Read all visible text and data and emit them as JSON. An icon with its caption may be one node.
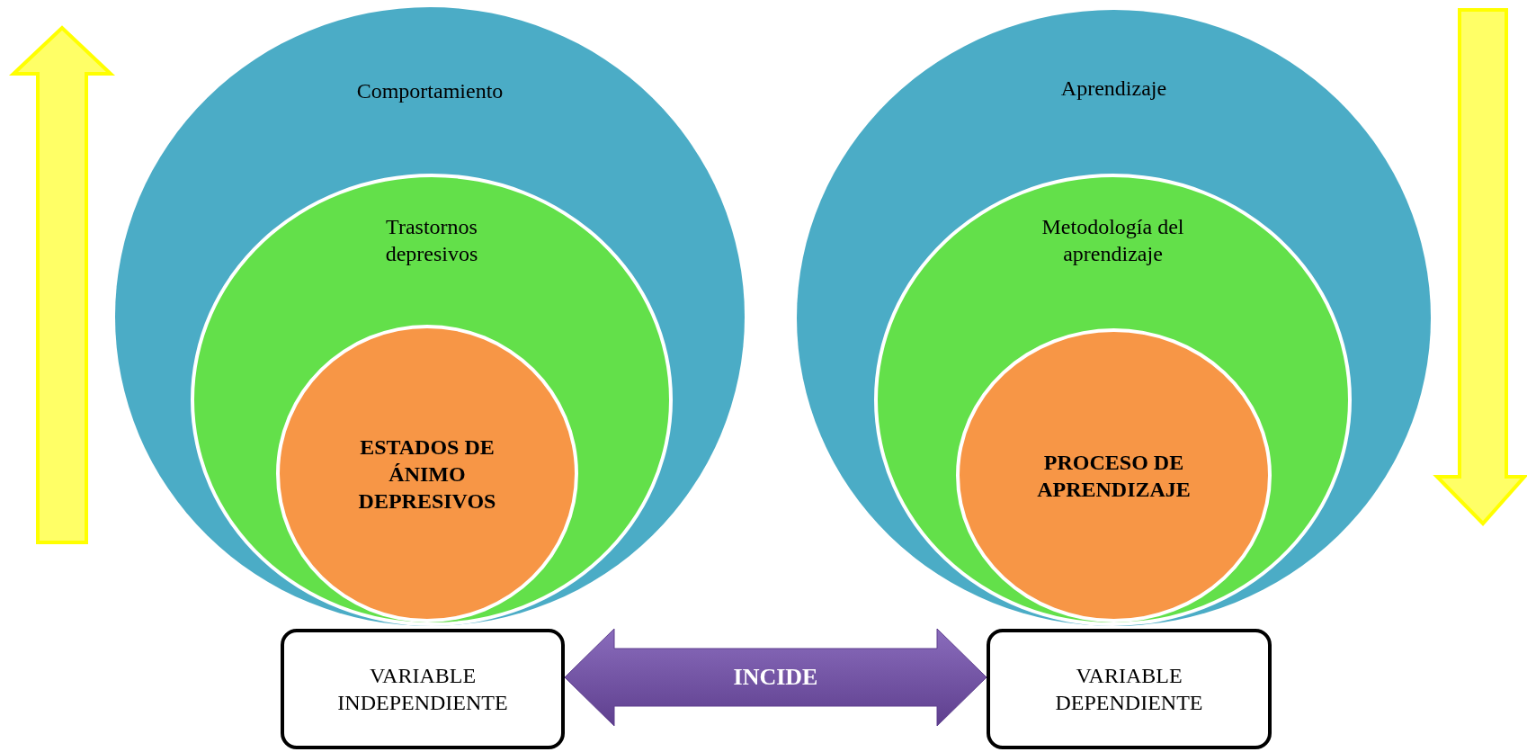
{
  "diagram": {
    "nodes": [
      {
        "text": [
          "Comportamiento"
        ]
      },
      {
        "text": [
          "Trastornos depresivos"
        ],
        "in": 0
      },
      {
        "text": [
          "ESTADOS DE ÁNIMO DEPRESIVOS"
        ],
        "in": 1
      },
      {
        "text": [
          "Aprendizaje"
        ]
      },
      {
        "text": [
          "Metodología del aprendizaje"
        ],
        "in": 3
      },
      {
        "text": [
          "PROCESO DE APRENDIZAJE"
        ],
        "in": 4
      },
      {
        "text": [
          "VARIABLE INDEPENDIENTE"
        ]
      },
      {
        "text": [
          "VARIABLE DEPENDIENTE"
        ]
      }
    ],
    "edges": [
      {
        "from": 6,
        "to": 7,
        "arrow": "both",
        "label": "INCIDE"
      }
    ]
  }
}
